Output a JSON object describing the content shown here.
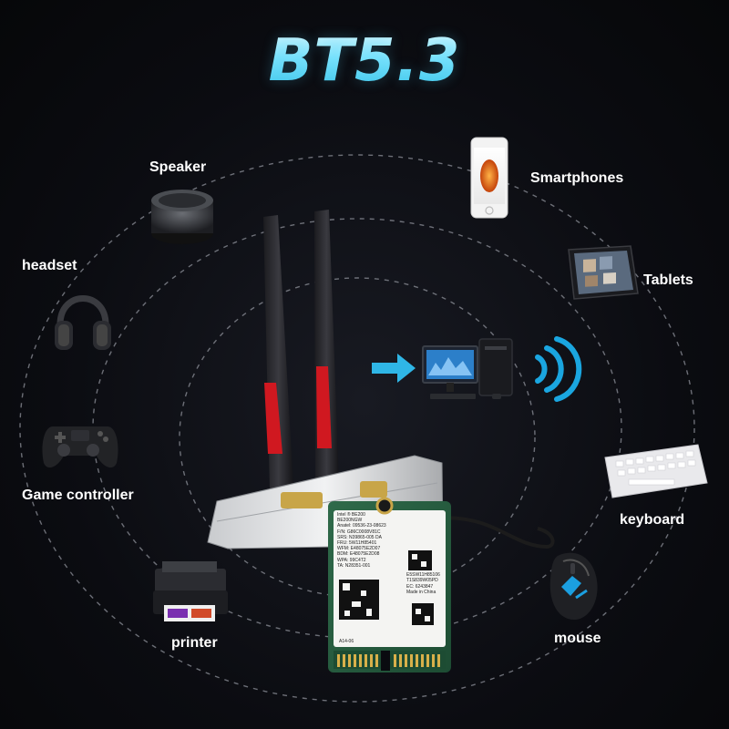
{
  "title": "BT5.3",
  "devices": {
    "speaker": "Speaker",
    "headset": "headset",
    "game_controller": "Game controller",
    "printer": "printer",
    "smartphones": "Smartphones",
    "tablets": "Tablets",
    "keyboard": "keyboard",
    "mouse": "mouse"
  },
  "card_text": {
    "line1": "Intel ® BE200",
    "line2": "BE200NGW",
    "line3": "Anatel: 09536-23-08623",
    "line4": "F/N: G86C0008V81C",
    "line5": "SRS: N39865-005 DA",
    "line6": "FRU: 5W11H85401",
    "line7": "WFM: E48075E2D07",
    "line8": "BDM: E48075E2D08",
    "line9": "WPA: 99C4T2",
    "line10": "TA: N28351-001",
    "right1": "E5SW11H85106",
    "right2": "T1S839W05PD",
    "right3": "EC: 6243847",
    "right4": "Made in China",
    "edge": "A14-06"
  },
  "colors": {
    "title_accent": "#4fd6f5",
    "arrow": "#2fb6e6",
    "antenna_red": "#d01820"
  }
}
